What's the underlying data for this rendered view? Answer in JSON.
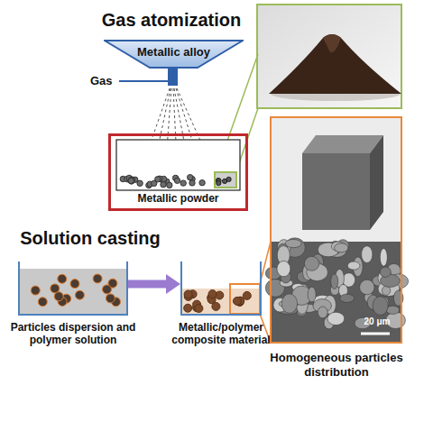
{
  "diagram": {
    "nodes": [
      {
        "text": [
          "Metallic alloy"
        ]
      },
      {
        "text": [
          "Metallic powder"
        ]
      },
      {
        "text": [
          "Particles dispersion and polymer solution"
        ]
      },
      {
        "text": [
          "Metallic/polymer composite material"
        ]
      },
      {
        "text": [
          "Homogeneous particles distribution"
        ]
      }
    ],
    "edges": [
      {
        "from": 2,
        "to": 3,
        "arrow": "to"
      }
    ],
    "labels": [
      "Gas atomization",
      "Gas",
      "Solution casting",
      "20 μm"
    ]
  }
}
